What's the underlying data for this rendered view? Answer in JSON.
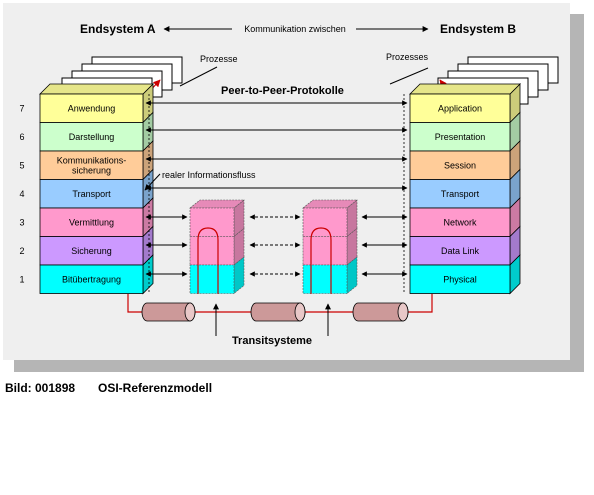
{
  "header": {
    "endsystem_a": "Endsystem  A",
    "communication": "Kommunikation zwischen",
    "endsystem_b": "Endsystem B"
  },
  "processes_left": "Prozesse",
  "processes_right": "Prozesses",
  "peer_label": "Peer-to-Peer-Protokolle",
  "real_flow_label": "realer Informationsfluss",
  "transit_label": "Transitsysteme",
  "layer_numbers": [
    "7",
    "6",
    "5",
    "4",
    "3",
    "2",
    "1"
  ],
  "layers_a": [
    "Anwendung",
    "Darstellung",
    "Kommunikations-|sicherung",
    "Transport",
    "Vermittlung",
    "Sicherung",
    "Bitübertragung"
  ],
  "layers_b": [
    "Application",
    "Presentation",
    "Session",
    "Transport",
    "Network",
    "Data Link",
    "Physical"
  ],
  "layer_colors": [
    "#ffff99",
    "#ccffcc",
    "#ffcc99",
    "#99ccff",
    "#ff99cc",
    "#cc99ff",
    "#00ffff"
  ],
  "colors": {
    "background_panel": "#efefef",
    "shadow": "#b5b5b5",
    "connection": "#cc0000",
    "cable": "#cc9999"
  },
  "caption": {
    "id": "Bild: 001898",
    "title": "OSI-Referenzmodell"
  }
}
